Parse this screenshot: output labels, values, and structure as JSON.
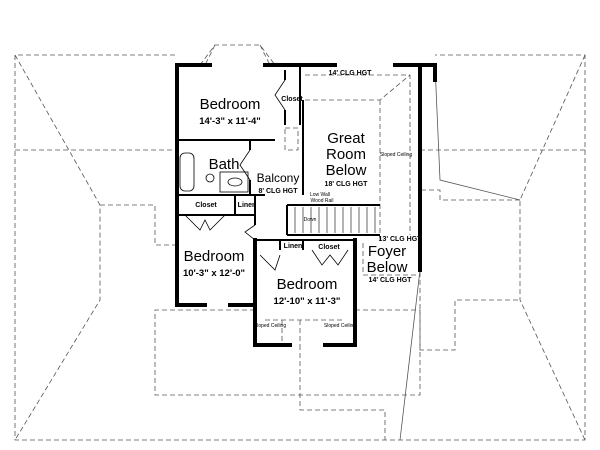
{
  "rooms": {
    "bedroom1": {
      "name": "Bedroom",
      "size": "14'-3\" x 11'-4\""
    },
    "bedroom2": {
      "name": "Bedroom",
      "size": "10'-3\" x 12'-0\""
    },
    "bedroom3": {
      "name": "Bedroom",
      "size": "12'-10\" x 11'-3\""
    },
    "bath": {
      "name": "Bath"
    },
    "balcony": {
      "name": "Balcony",
      "ceiling": "8' CLG HGT"
    },
    "great_room": {
      "name_line1": "Great",
      "name_line2": "Room",
      "name_line3": "Below",
      "ceiling": "18' CLG HGT"
    },
    "foyer": {
      "name_line1": "Foyer",
      "name_line2": "Below",
      "ceiling": "14' CLG HGT"
    }
  },
  "labels": {
    "closet1": "Closet",
    "closet2": "Closet",
    "closet3": "Closet",
    "linen1": "Linen",
    "linen2": "Linen",
    "clg_14": "14' CLG HGT",
    "clg_13": "13' CLG HGT",
    "low_wall": "Low Wall",
    "wood_rail": "Wood Rail",
    "down": "Down",
    "sloped_ceiling": "Sloped Ceiling"
  }
}
